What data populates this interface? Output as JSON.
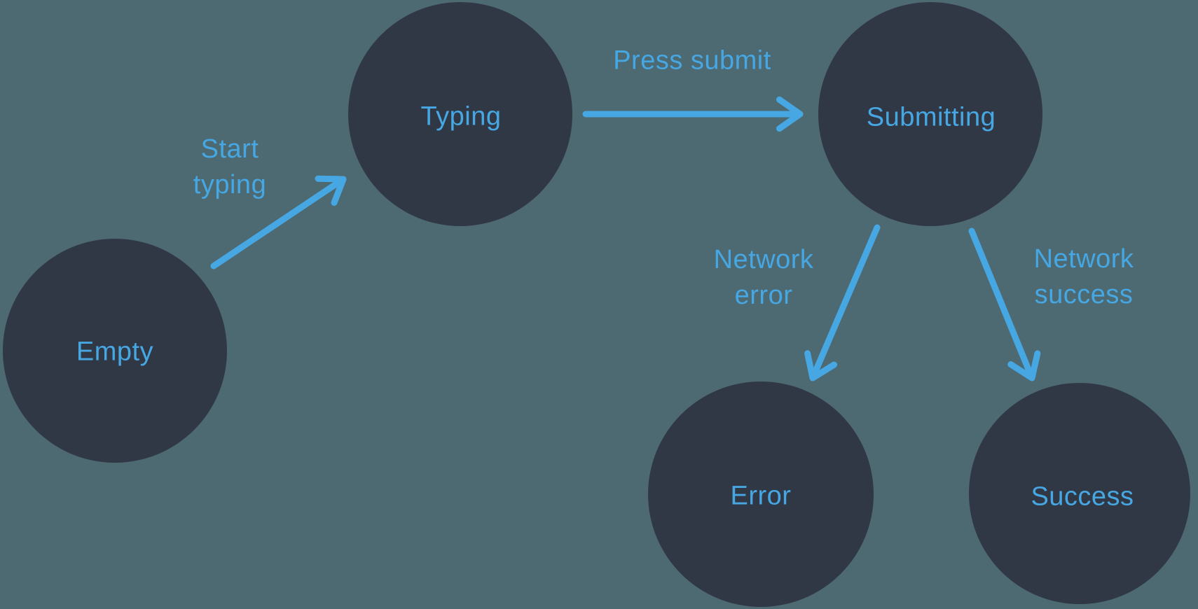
{
  "diagram": {
    "type": "state-machine",
    "colors": {
      "background": "#4d6972",
      "node_fill": "#313845",
      "accent_blue": "#46a7e3"
    },
    "states": [
      {
        "id": "empty",
        "label": "Empty"
      },
      {
        "id": "typing",
        "label": "Typing"
      },
      {
        "id": "submitting",
        "label": "Submitting"
      },
      {
        "id": "error",
        "label": "Error"
      },
      {
        "id": "success",
        "label": "Success"
      }
    ],
    "transitions": [
      {
        "from": "empty",
        "to": "typing",
        "label": "Start typing",
        "label_lines": [
          "Start",
          "typing"
        ]
      },
      {
        "from": "typing",
        "to": "submitting",
        "label": "Press submit",
        "label_lines": [
          "Press submit"
        ]
      },
      {
        "from": "submitting",
        "to": "error",
        "label": "Network error",
        "label_lines": [
          "Network",
          "error"
        ]
      },
      {
        "from": "submitting",
        "to": "success",
        "label": "Network success",
        "label_lines": [
          "Network",
          "success"
        ]
      }
    ]
  }
}
